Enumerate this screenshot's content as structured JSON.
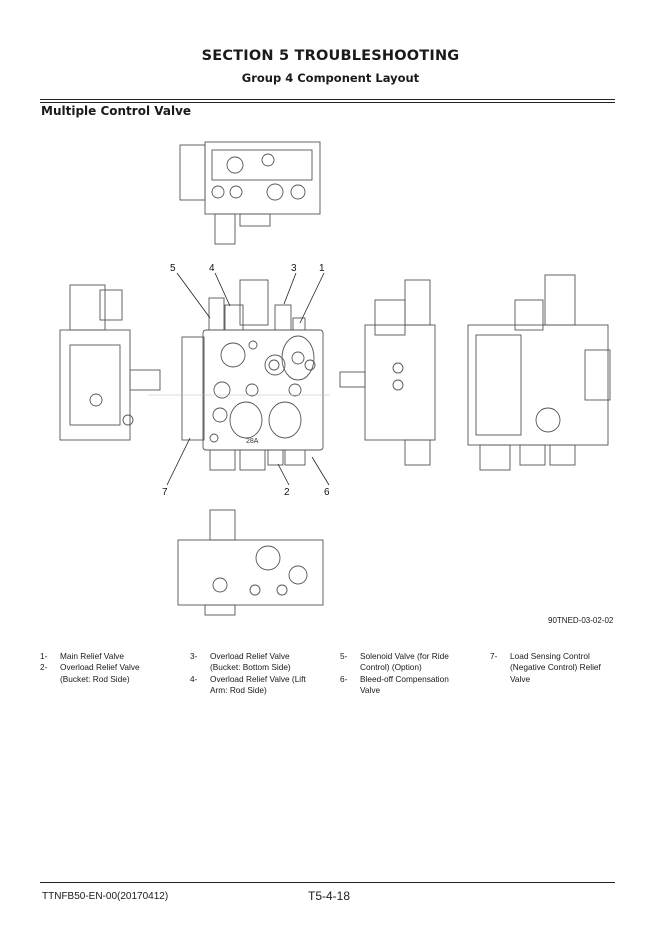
{
  "header": {
    "section_title": "SECTION 5 TROUBLESHOOTING",
    "group_title": "Group 4 Component Layout"
  },
  "heading": "Multiple Control Valve",
  "figure": {
    "callouts": {
      "c1": "1",
      "c2": "2",
      "c3": "3",
      "c4": "4",
      "c5": "5",
      "c6": "6",
      "c7": "7"
    },
    "stamp": "28A",
    "code": "90TNED-03-02-02"
  },
  "legend": [
    {
      "num": "1-",
      "text": "Main Relief Valve"
    },
    {
      "num": "2-",
      "text": "Overload Relief Valve (Bucket: Rod Side)"
    },
    {
      "num": "3-",
      "text": "Overload Relief Valve (Bucket: Bottom Side)"
    },
    {
      "num": "4-",
      "text": "Overload Relief Valve (Lift Arm: Rod Side)"
    },
    {
      "num": "5-",
      "text": "Solenoid Valve (for Ride Control) (Option)"
    },
    {
      "num": "6-",
      "text": "Bleed-off Compensation Valve"
    },
    {
      "num": "7-",
      "text": "Load Sensing Control (Negative Control) Relief Valve"
    }
  ],
  "footer": {
    "doc_id": "TTNFB50-EN-00(20170412)",
    "page": "T5-4-18"
  }
}
